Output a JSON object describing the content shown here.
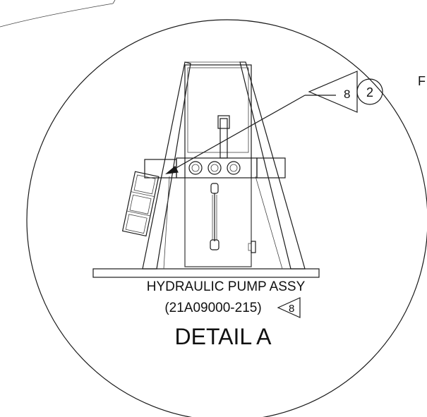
{
  "detail": {
    "part_name": "HYDRAULIC PUMP ASSY",
    "part_number": "(21A09000-215)",
    "flag_note": "8",
    "title": "DETAIL A"
  },
  "callout": {
    "flag_note": "8",
    "item_number": "2"
  },
  "margin_letter": "F",
  "colors": {
    "ink": "#1a1a1a",
    "background": "#ffffff"
  }
}
